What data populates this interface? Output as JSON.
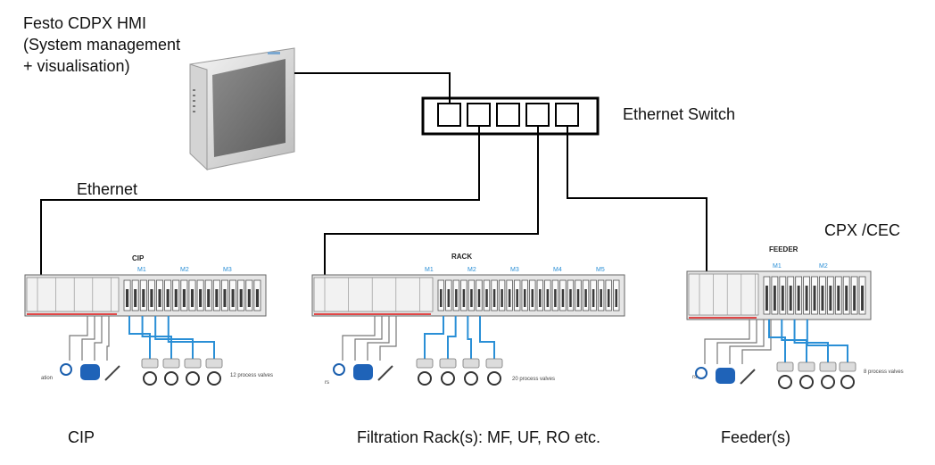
{
  "hmi": {
    "title_lines": [
      "Festo CDPX  HMI",
      "(System management",
      "+ visualisation)"
    ]
  },
  "switch": {
    "label": "Ethernet Switch"
  },
  "ethernet_label": "Ethernet",
  "cpx_label": "CPX /CEC",
  "units": [
    {
      "key": "cip",
      "rack_title": "CIP",
      "modules": [
        "M1",
        "M2",
        "M3"
      ],
      "left_note": "ation",
      "valves_note": "12 process valves",
      "caption": "CIP"
    },
    {
      "key": "rack",
      "rack_title": "RACK",
      "modules": [
        "M1",
        "M2",
        "M3",
        "M4",
        "M5"
      ],
      "left_note": "rs",
      "valves_note": "20 process valves",
      "caption": "Filtration Rack(s): MF, UF, RO etc."
    },
    {
      "key": "feeder",
      "rack_title": "FEEDER",
      "modules": [
        "M1",
        "M2"
      ],
      "left_note": "rs",
      "valves_note": "8 process valves",
      "caption": "Feeder(s)"
    }
  ],
  "colors": {
    "cable": "#000000",
    "signal": "#2a8fd6",
    "rack_body": "#e6e6e6",
    "highlight": "#e04848"
  }
}
